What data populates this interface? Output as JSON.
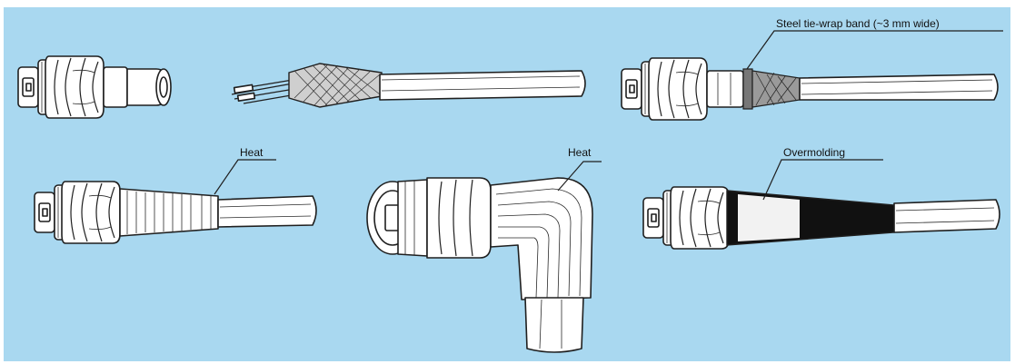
{
  "labels": {
    "steel_band": "Steel tie-wrap band (~3 mm wide)",
    "heat_straight": "Heat",
    "heat_angled": "Heat",
    "overmolding": "Overmolding"
  },
  "colors": {
    "background": "#a9d8f0",
    "outline": "#1f1f1f",
    "body": "#ffffff",
    "overmold": "#111111"
  }
}
